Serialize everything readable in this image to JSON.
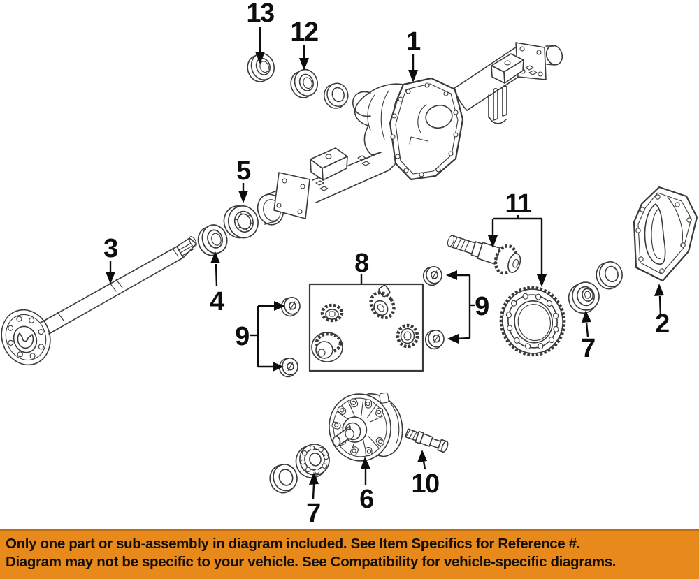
{
  "diagram": {
    "callouts": [
      {
        "ref": "13"
      },
      {
        "ref": "12"
      },
      {
        "ref": "1"
      },
      {
        "ref": "5"
      },
      {
        "ref": "3"
      },
      {
        "ref": "4"
      },
      {
        "ref": "8"
      },
      {
        "ref": "9"
      },
      {
        "ref": "9"
      },
      {
        "ref": "11"
      },
      {
        "ref": "2"
      },
      {
        "ref": "7"
      },
      {
        "ref": "6"
      },
      {
        "ref": "7"
      },
      {
        "ref": "10"
      }
    ]
  },
  "banner": {
    "line1": "Only one part or sub-assembly in diagram included. See Item Specifics for Reference #.",
    "line2": "Diagram may not be specific to your vehicle. See Compatibility for vehicle-specific diagrams."
  },
  "colors": {
    "banner_bg": "#E8891B",
    "banner_border": "#BE6E0E",
    "banner_text": "#151008",
    "line_art": "#3a3a3a"
  }
}
